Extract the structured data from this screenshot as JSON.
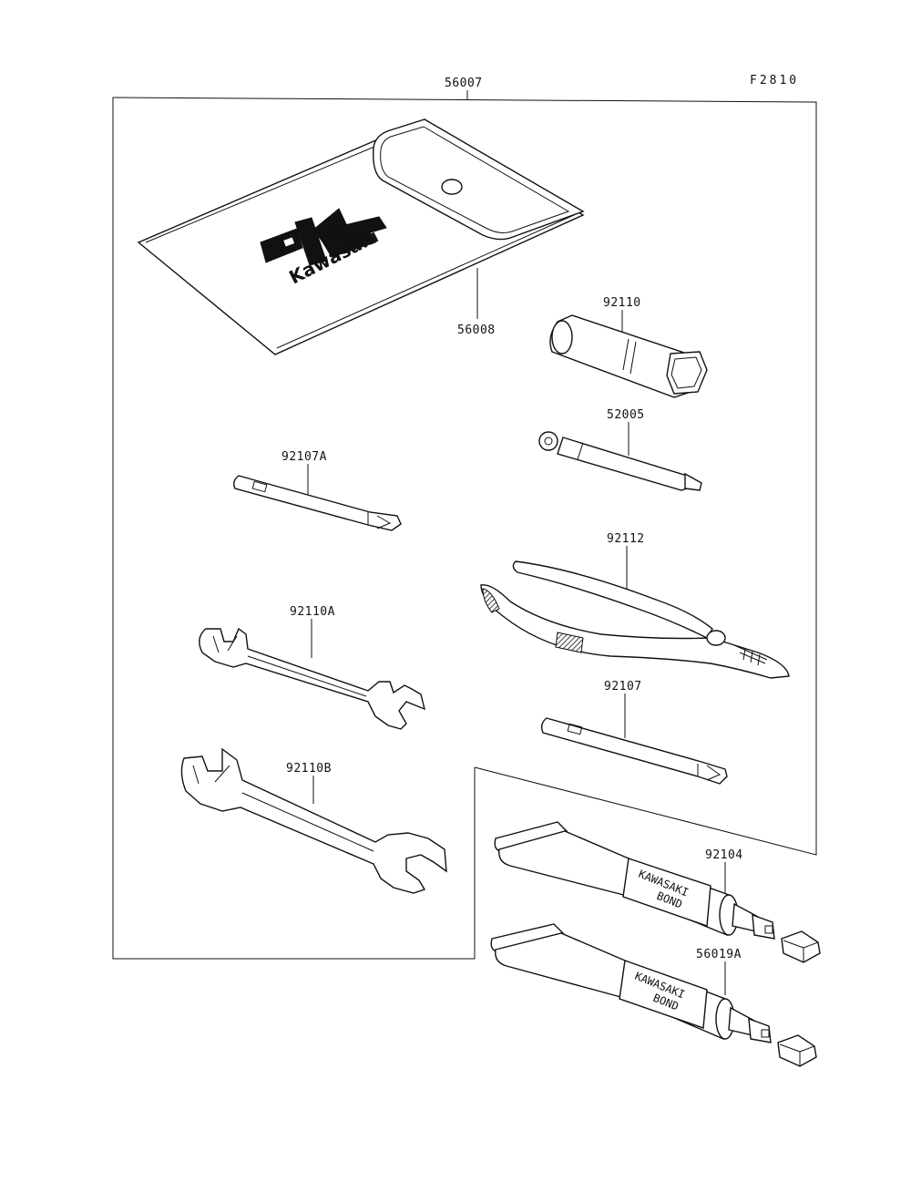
{
  "figure_code": "F2810",
  "parts": [
    {
      "part_no": "56007"
    },
    {
      "part_no": "56008"
    },
    {
      "part_no": "92110"
    },
    {
      "part_no": "52005"
    },
    {
      "part_no": "92107A"
    },
    {
      "part_no": "92112"
    },
    {
      "part_no": "92110A"
    },
    {
      "part_no": "92107"
    },
    {
      "part_no": "92110B"
    },
    {
      "part_no": "92104"
    },
    {
      "part_no": "56019A"
    }
  ],
  "pouch_logo_text": "Kawasaki",
  "tube_print": {
    "line1": "KAWASAKI",
    "line2": "BOND"
  }
}
